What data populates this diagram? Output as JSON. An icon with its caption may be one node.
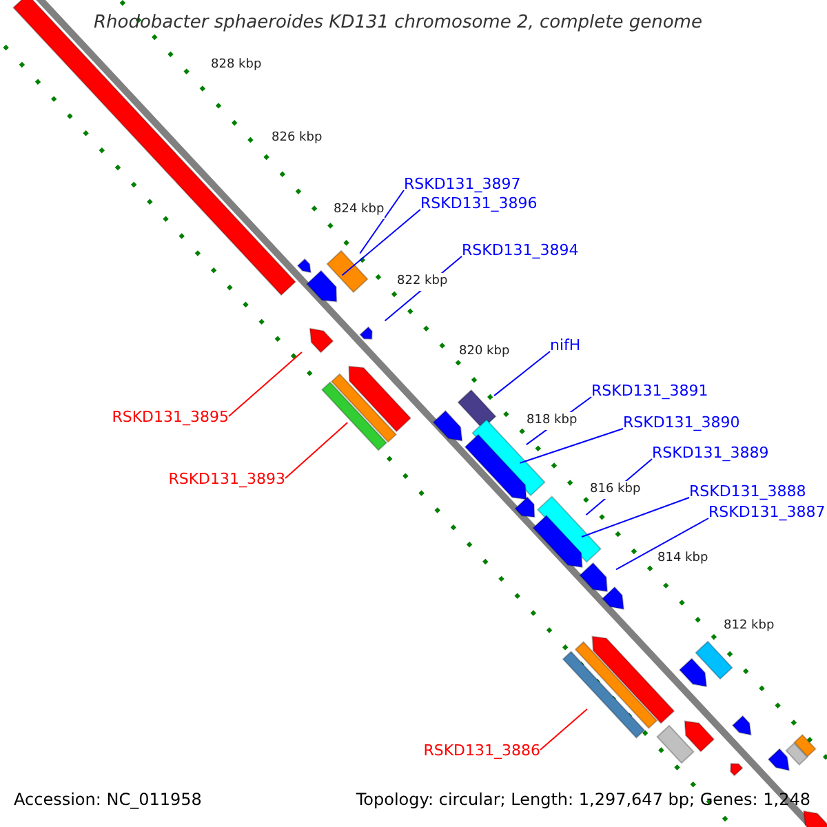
{
  "diagram": {
    "title": "Rhodobacter sphaeroides KD131 chromosome 2, complete genome",
    "nodes": [
      {
        "text": [
          "RSKD131_3897"
        ]
      },
      {
        "text": [
          "RSKD131_3896"
        ]
      },
      {
        "text": [
          "RSKD131_3894"
        ]
      },
      {
        "text": [
          "nifH"
        ]
      },
      {
        "text": [
          "RSKD131_3891"
        ]
      },
      {
        "text": [
          "RSKD131_3890"
        ]
      },
      {
        "text": [
          "RSKD131_3889"
        ]
      },
      {
        "text": [
          "RSKD131_3888"
        ]
      },
      {
        "text": [
          "RSKD131_3887"
        ]
      },
      {
        "text": [
          "RSKD131_3895"
        ]
      },
      {
        "text": [
          "RSKD131_3893"
        ]
      },
      {
        "text": [
          "RSKD131_3886"
        ]
      },
      {
        "text": [],
        "shape": "box"
      },
      {
        "text": [],
        "shape": "arrow"
      },
      {
        "text": [],
        "shape": "box"
      },
      {
        "text": [],
        "shape": "arrow"
      },
      {
        "text": [],
        "shape": "arrow"
      },
      {
        "text": [],
        "shape": "arrow"
      },
      {
        "text": [],
        "shape": "arrow"
      },
      {
        "text": [],
        "shape": "box"
      },
      {
        "text": [],
        "shape": "box"
      },
      {
        "text": [],
        "shape": "box"
      },
      {
        "text": [],
        "shape": "arrow"
      },
      {
        "text": [],
        "shape": "box"
      },
      {
        "text": [],
        "shape": "arrow"
      },
      {
        "text": [],
        "shape": "arrow"
      },
      {
        "text": [],
        "shape": "box"
      },
      {
        "text": [],
        "shape": "arrow"
      },
      {
        "text": [],
        "shape": "arrow"
      },
      {
        "text": [],
        "shape": "arrow"
      },
      {
        "text": [],
        "shape": "box"
      },
      {
        "text": [],
        "shape": "arrow"
      },
      {
        "text": [],
        "shape": "arrow"
      },
      {
        "text": [],
        "shape": "box"
      },
      {
        "text": [],
        "shape": "box"
      },
      {
        "text": [],
        "shape": "arrow"
      },
      {
        "text": [],
        "shape": "arrow"
      },
      {
        "text": [],
        "shape": "box"
      },
      {
        "text": [],
        "shape": "box"
      },
      {
        "text": [],
        "shape": "box"
      },
      {
        "text": [],
        "shape": "arrow"
      },
      {
        "text": [],
        "shape": "arrow"
      },
      {
        "text": [],
        "shape": "arrow"
      }
    ],
    "edges": [
      {
        "from": 0,
        "to": 14,
        "arrow": "none"
      },
      {
        "from": 1,
        "to": 15,
        "arrow": "none"
      },
      {
        "from": 2,
        "to": 16,
        "arrow": "none"
      },
      {
        "from": 3,
        "to": 21,
        "arrow": "none"
      },
      {
        "from": 4,
        "to": 23,
        "arrow": "none"
      },
      {
        "from": 5,
        "to": 24,
        "arrow": "none"
      },
      {
        "from": 6,
        "to": 26,
        "arrow": "none"
      },
      {
        "from": 7,
        "to": 27,
        "arrow": "none"
      },
      {
        "from": 8,
        "to": 28,
        "arrow": "none"
      },
      {
        "from": 9,
        "to": 17,
        "arrow": "none",
        "color": "#ff0000"
      },
      {
        "from": 10,
        "to": 19,
        "arrow": "none",
        "color": "#ff0000"
      },
      {
        "from": 11,
        "to": 34,
        "arrow": "none",
        "color": "#ff0000"
      }
    ],
    "labels": [
      "828 kbp",
      "826 kbp",
      "824 kbp",
      "822 kbp",
      "820 kbp",
      "818 kbp",
      "816 kbp",
      "814 kbp",
      "812 kbp",
      "Accession: NC_011958",
      "Topology: circular; Length: 1,297,647 bp; Genes: 1,248"
    ]
  }
}
